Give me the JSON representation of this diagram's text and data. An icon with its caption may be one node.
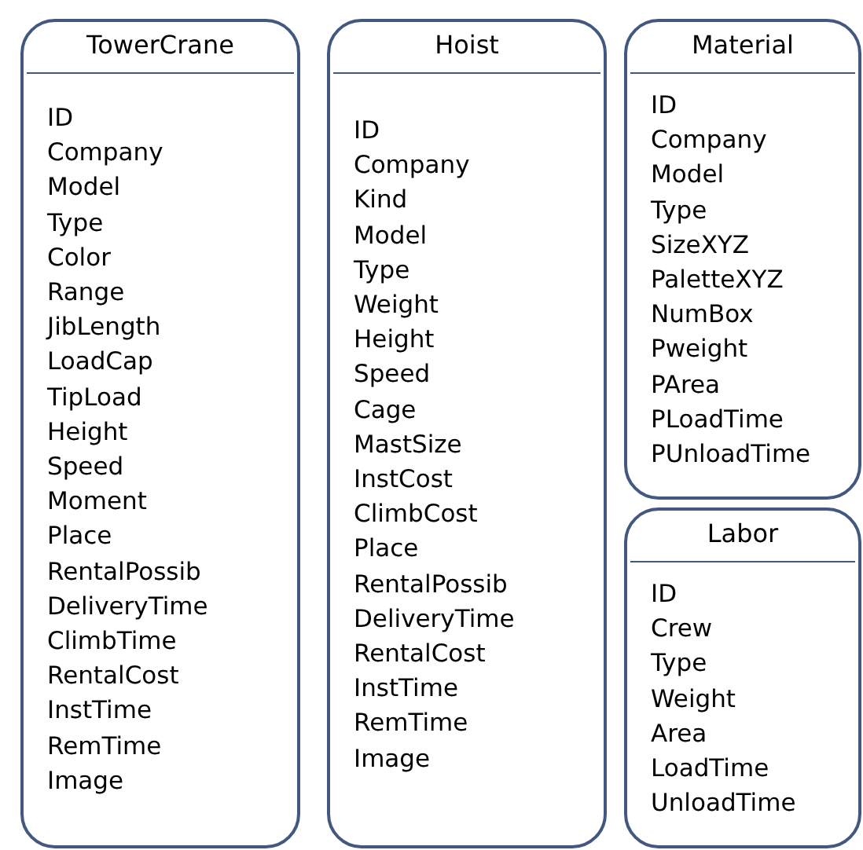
{
  "diagram": {
    "nodes": [
      {
        "text": [
          "TowerCrane",
          "ID",
          "Company",
          "Model",
          "Type",
          "Color",
          "Range",
          "JibLength",
          "LoadCap",
          "TipLoad",
          "Height",
          "Speed",
          "Moment",
          "Place",
          "RentalPossib",
          "DeliveryTime",
          "ClimbTime",
          "RentalCost",
          "InstTime",
          "RemTime",
          "Image"
        ]
      },
      {
        "text": [
          "Hoist",
          "ID",
          "Company",
          "Kind",
          "Model",
          "Type",
          "Weight",
          "Height",
          "Speed",
          "Cage",
          "MastSize",
          "InstCost",
          "ClimbCost",
          "Place",
          "RentalPossib",
          "DeliveryTime",
          "RentalCost",
          "InstTime",
          "RemTime",
          "Image"
        ]
      },
      {
        "text": [
          "Material",
          "ID",
          "Company",
          "Model",
          "Type",
          "SizeXYZ",
          "PaletteXYZ",
          "NumBox",
          "Pweight",
          "PArea",
          "PLoadTime",
          "PUnloadTime"
        ]
      },
      {
        "text": [
          "Labor",
          "ID",
          "Crew",
          "Type",
          "Weight",
          "Area",
          "LoadTime",
          "UnloadTime"
        ]
      }
    ]
  }
}
